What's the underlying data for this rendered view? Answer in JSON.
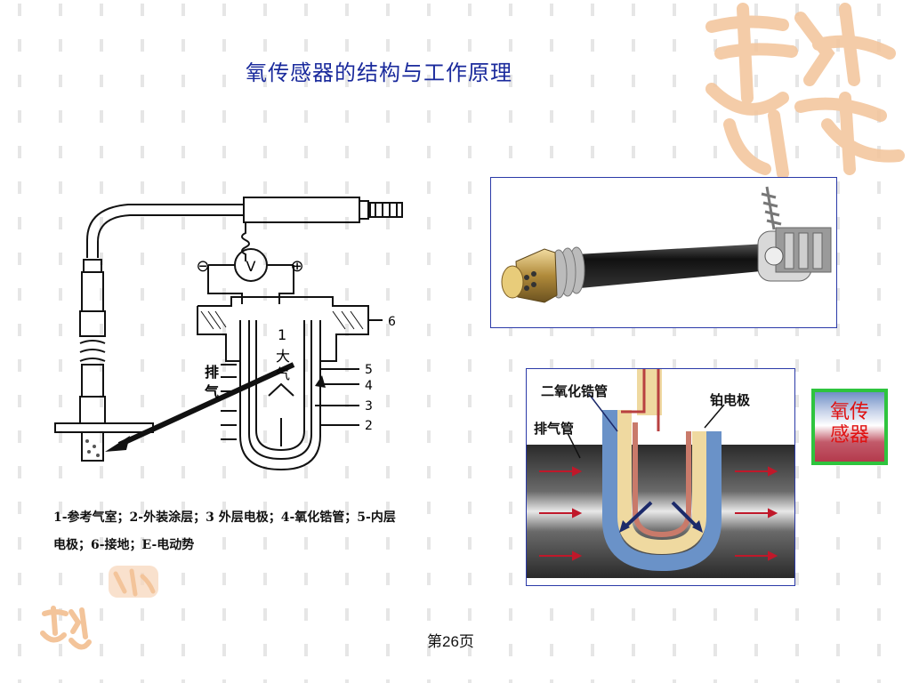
{
  "title": "氧传感器的结构与工作原理",
  "left_diagram": {
    "voltmeter": "V",
    "minus": "⊖",
    "plus": "⊕",
    "inner_number": "1",
    "inner_text_1": "大",
    "inner_text_2": "气",
    "exhaust_1": "排",
    "exhaust_2": "气",
    "callouts": [
      "6",
      "5",
      "4",
      "3",
      "2"
    ]
  },
  "caption": {
    "line1": "1-参考气室；2-外装涂层；3 外层电极；4-氧化锆管；5-内层",
    "line2": "电极；6-接地；E-电动势"
  },
  "right_diagram": {
    "label_zirconia": "二氧化锆管",
    "label_exhaust_pipe": "排气管",
    "label_platinum": "铂电极"
  },
  "button_label": "氧传感器",
  "page_number": "第26页",
  "colors": {
    "title": "#1a2a9c",
    "border": "#2b3aa8",
    "button_green": "#2ec43e",
    "button_text": "#e01010",
    "watermark": "#f3c49a"
  }
}
